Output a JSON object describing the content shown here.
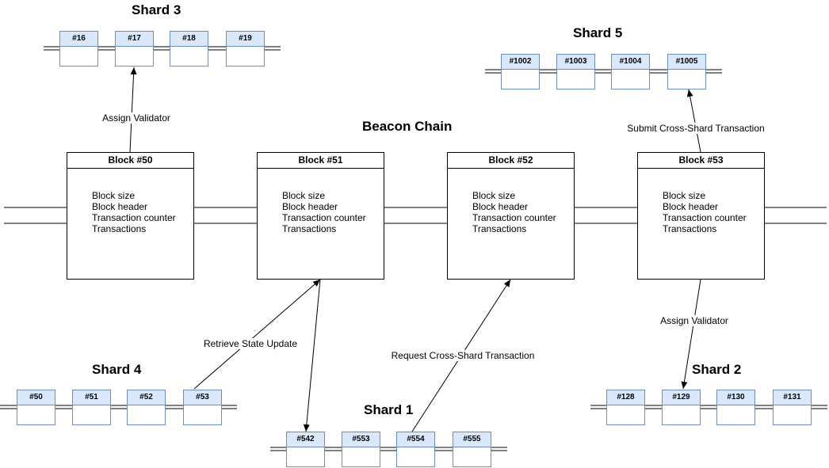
{
  "beacon": {
    "title": "Beacon Chain",
    "fields": [
      "Block size",
      "Block header",
      "Transaction counter",
      "Transactions"
    ],
    "blocks": [
      "Block #50",
      "Block #51",
      "Block #52",
      "Block #53"
    ]
  },
  "shards": [
    {
      "title": "Shard 3",
      "blocks": [
        "#16",
        "#17",
        "#18",
        "#19"
      ]
    },
    {
      "title": "Shard 5",
      "blocks": [
        "#1002",
        "#1003",
        "#1004",
        "#1005"
      ]
    },
    {
      "title": "Shard 4",
      "blocks": [
        "#50",
        "#51",
        "#52",
        "#53"
      ]
    },
    {
      "title": "Shard 1",
      "blocks": [
        "#542",
        "#553",
        "#554",
        "#555"
      ]
    },
    {
      "title": "Shard 2",
      "blocks": [
        "#128",
        "#129",
        "#130",
        "#131"
      ]
    }
  ],
  "edges": [
    {
      "label": "Assign Validator"
    },
    {
      "label": "Submit Cross-Shard Transaction"
    },
    {
      "label": "Retrieve State Update"
    },
    {
      "label": "Request Cross-Shard Transaction"
    },
    {
      "label": "Assign Validator"
    }
  ],
  "colors": {
    "shard_header": "#dae8fc",
    "shard_border": "#6c8ebf",
    "line": "#000000"
  }
}
